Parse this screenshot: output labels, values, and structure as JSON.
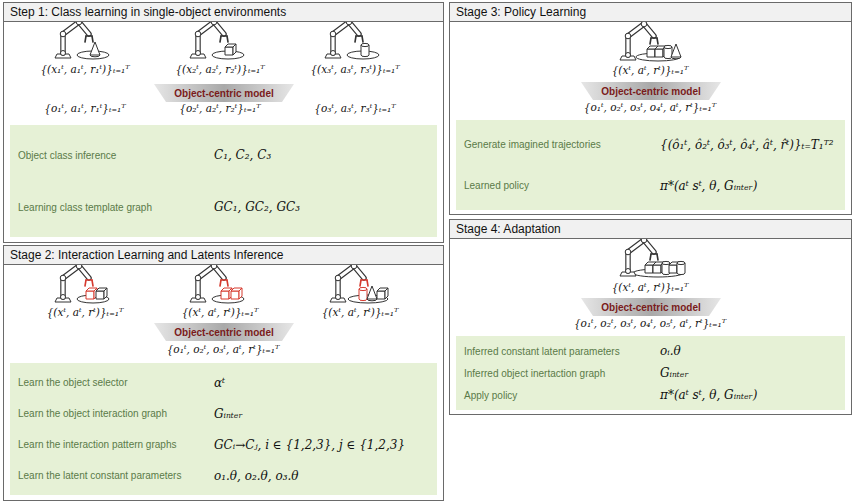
{
  "diagram": {
    "nodes": [
      {
        "text": [
          "Step 1: Class learning in single-object environments"
        ]
      },
      {
        "text": [
          "Object-centric model"
        ],
        "in": 0
      },
      {
        "text": [
          "Object class inference",
          "C₁, C₂, C₃",
          "Learning class template graph",
          "GC₁, GC₂, GC₃"
        ],
        "in": 0
      },
      {
        "text": [
          "Stage 2: Interaction Learning and Latents Inference"
        ]
      },
      {
        "text": [
          "Object-centric model"
        ],
        "in": 3
      },
      {
        "text": [
          "Learn the object selector",
          "αᵗ",
          "Learn the object interaction graph",
          "Gᵢₙₜₑᵣ",
          "Learn the interaction pattern graphs",
          "GCᵢ→Cⱼ, i ∈ {1,2,3}, j ∈ {1,2,3}",
          "Learn the latent constant parameters",
          "o₁.θ, o₂.θ, o₃.θ"
        ],
        "in": 3
      },
      {
        "text": [
          "Stage 3: Policy Learning"
        ]
      },
      {
        "text": [
          "Object-centric model"
        ],
        "in": 6
      },
      {
        "text": [
          "Generate imagined trajectories",
          "{(ô₁ᵗ, ô₂ᵗ, ô₃ᵗ, ô₄ᵗ, âᵗ, r̂ᵗ)}ₜ₌T₁ᵀ²",
          "Learned policy",
          "π*(aᵗ sᵗ, θ, Gᵢₙₜₑᵣ)"
        ],
        "in": 6
      },
      {
        "text": [
          "Stage 4: Adaptation"
        ]
      },
      {
        "text": [
          "Object-centric model"
        ],
        "in": 9
      },
      {
        "text": [
          "Inferred constant latent parameters",
          "oᵢ.θ",
          "Inferred object inertaction graph",
          "Gᵢₙₜₑᵣ",
          "Apply policy",
          "π*(aᵗ sᵗ, θ, Gᵢₙₜₑᵣ)"
        ],
        "in": 9
      }
    ],
    "labels": [
      "{(x₁ᵗ, a₁ᵗ, r₁ᵗ)}ₜ₌₁ᵀ",
      "{(x₂ᵗ, a₂ᵗ, r₂ᵗ)}ₜ₌₁ᵀ",
      "{(x₃ᵗ, a₃ᵗ, r₃ᵗ)}ₜ₌₁ᵀ",
      "{o₁ᵗ, a₁ᵗ, r₁ᵗ}ₜ₌₁ᵀ",
      "{o₂ᵗ, a₂ᵗ, r₂ᵗ}ₜ₌₁ᵀ",
      "{o₃ᵗ, a₃ᵗ, r₃ᵗ}ₜ₌₁ᵀ",
      "{(xᵗ, aᵗ, rᵗ)}ₜ₌₁ᵀ",
      "{(xᵗ, aᵗ, rᵗ)}ₜ₌₁ᵀ",
      "{(xᵗ, aᵗ, rᵗ)}ₜ₌₁ᵀ",
      "{o₁ᵗ, o₂ᵗ, o₃ᵗ, aᵗ, rᵗ}ₜ₌₁ᵀ",
      "{(xᵗ, aᵗ, rᵗ)}ₜ₌₁ᵀ",
      "{o₁ᵗ, o₂ᵗ, o₃ᵗ, o₄ᵗ, aᵗ, rᵗ}ₜ₌₁ᵀ",
      "{(xᵗ, aᵗ, rᵗ)}ₜ₌₁ᵀ",
      "{o₁ᵗ, o₂ᵗ, o₃ᵗ, o₄ᵗ, o₅ᵗ, aᵗ, rᵗ}ₜ₌₁ᵀ"
    ]
  }
}
